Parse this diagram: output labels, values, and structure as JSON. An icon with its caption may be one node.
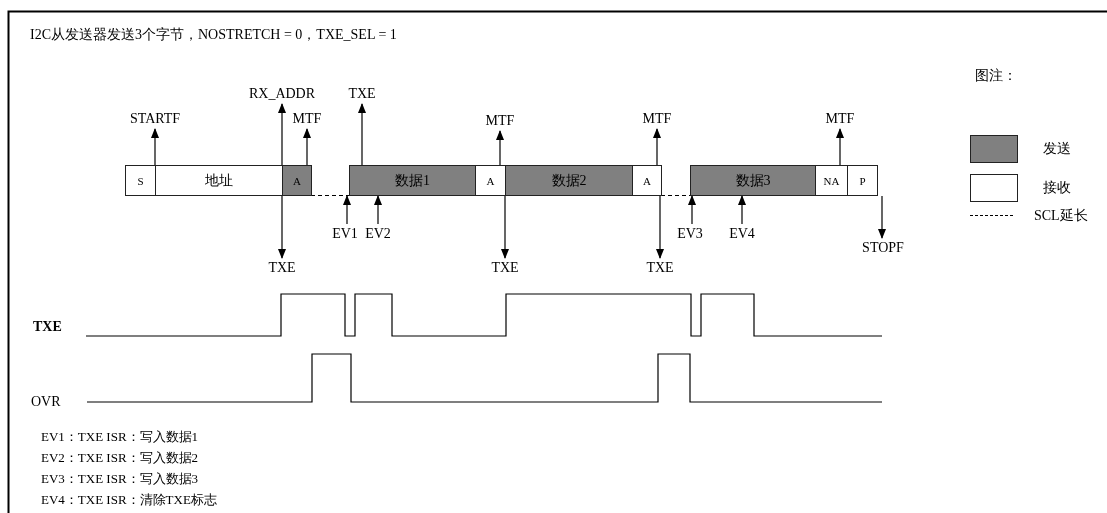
{
  "diagram": {
    "title": "I2C从发送器发送3个字节，NOSTRETCH = 0，TXE_SEL = 1",
    "nodes": [
      {
        "text": [
          "S"
        ]
      },
      {
        "text": [
          "地址"
        ]
      },
      {
        "text": [
          "A"
        ]
      },
      {
        "text": [
          "数据1"
        ]
      },
      {
        "text": [
          "A"
        ]
      },
      {
        "text": [
          "数据2"
        ]
      },
      {
        "text": [
          "A"
        ]
      },
      {
        "text": [
          "数据3"
        ]
      },
      {
        "text": [
          "NA"
        ]
      },
      {
        "text": [
          "P"
        ]
      },
      {
        "text": [
          "STARTF"
        ]
      },
      {
        "text": [
          "RX_ADDR"
        ]
      },
      {
        "text": [
          "MTF"
        ]
      },
      {
        "text": [
          "TXE"
        ]
      },
      {
        "text": [
          "MTF"
        ]
      },
      {
        "text": [
          "MTF"
        ]
      },
      {
        "text": [
          "MTF"
        ]
      },
      {
        "text": [
          "TXE"
        ]
      },
      {
        "text": [
          "TXE"
        ]
      },
      {
        "text": [
          "TXE"
        ]
      },
      {
        "text": [
          "STOPF"
        ]
      },
      {
        "text": [
          "EV1"
        ]
      },
      {
        "text": [
          "EV2"
        ]
      },
      {
        "text": [
          "EV3"
        ]
      },
      {
        "text": [
          "EV4"
        ]
      }
    ],
    "edges": [
      {
        "from": 0,
        "to": 10,
        "arrow": "to"
      },
      {
        "from": 1,
        "to": 11,
        "arrow": "to"
      },
      {
        "from": 2,
        "to": 12,
        "arrow": "to"
      },
      {
        "from": 3,
        "to": 13,
        "arrow": "to"
      },
      {
        "from": 4,
        "to": 14,
        "arrow": "to"
      },
      {
        "from": 6,
        "to": 15,
        "arrow": "to"
      },
      {
        "from": 8,
        "to": 16,
        "arrow": "to"
      },
      {
        "from": 2,
        "to": 17,
        "arrow": "to"
      },
      {
        "from": 4,
        "to": 18,
        "arrow": "to"
      },
      {
        "from": 6,
        "to": 19,
        "arrow": "to"
      },
      {
        "from": 9,
        "to": 20,
        "arrow": "to"
      },
      {
        "from": 21,
        "to": 3,
        "arrow": "to"
      },
      {
        "from": 22,
        "to": 3,
        "arrow": "to"
      },
      {
        "from": 23,
        "to": 7,
        "arrow": "to"
      },
      {
        "from": 24,
        "to": 7,
        "arrow": "to"
      },
      {
        "from": 2,
        "to": 3,
        "arrow": "none",
        "style": "dashed"
      },
      {
        "from": 6,
        "to": 7,
        "arrow": "none",
        "style": "dashed"
      }
    ],
    "labels": [
      "图注：",
      "TXE",
      "OVR",
      "EV1：TXE ISR：写入数据1",
      "EV2：TXE ISR：写入数据2",
      "EV3：TXE ISR：写入数据3",
      "EV4：TXE ISR：清除TXE标志"
    ],
    "legend": [
      {
        "text": "发送",
        "color": "#808080"
      },
      {
        "text": "接收",
        "color": "#ffffff"
      },
      {
        "text": "SCL延长"
      }
    ]
  }
}
